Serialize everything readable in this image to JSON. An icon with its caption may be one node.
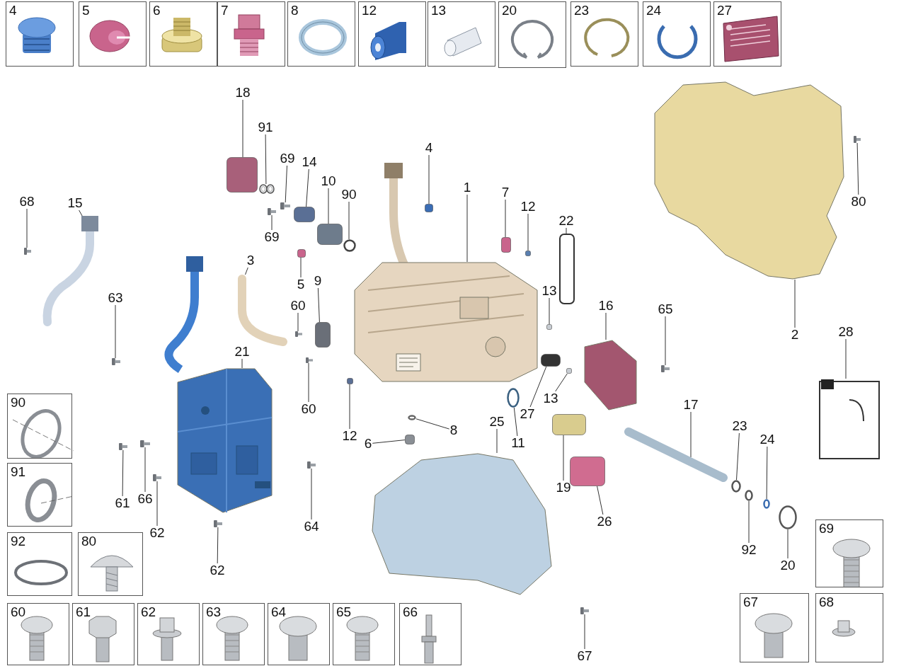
{
  "diagram": {
    "nodes": [
      {
        "text": [
          "4"
        ]
      },
      {
        "text": [
          "5"
        ]
      },
      {
        "text": [
          "6"
        ]
      },
      {
        "text": [
          "7"
        ]
      },
      {
        "text": [
          "8"
        ]
      },
      {
        "text": [
          "12"
        ]
      },
      {
        "text": [
          "13"
        ]
      },
      {
        "text": [
          "20"
        ]
      },
      {
        "text": [
          "23"
        ]
      },
      {
        "text": [
          "24"
        ]
      },
      {
        "text": [
          "27"
        ]
      },
      {
        "text": [
          "90"
        ]
      },
      {
        "text": [
          "91"
        ]
      },
      {
        "text": [
          "92"
        ]
      },
      {
        "text": [
          "80"
        ]
      },
      {
        "text": [
          "60"
        ]
      },
      {
        "text": [
          "61"
        ]
      },
      {
        "text": [
          "62"
        ]
      },
      {
        "text": [
          "63"
        ]
      },
      {
        "text": [
          "64"
        ]
      },
      {
        "text": [
          "65"
        ]
      },
      {
        "text": [
          "66"
        ]
      },
      {
        "text": [
          "69"
        ]
      },
      {
        "text": [
          "67"
        ]
      },
      {
        "text": [
          "68"
        ]
      },
      {
        "text": [
          "18"
        ]
      },
      {
        "text": [
          "91"
        ]
      },
      {
        "text": [
          "69"
        ]
      },
      {
        "text": [
          "14"
        ]
      },
      {
        "text": [
          "10"
        ]
      },
      {
        "text": [
          "90"
        ]
      },
      {
        "text": [
          "4"
        ]
      },
      {
        "text": [
          "1"
        ]
      },
      {
        "text": [
          "7"
        ]
      },
      {
        "text": [
          "12"
        ]
      },
      {
        "text": [
          "22"
        ]
      },
      {
        "text": [
          "80"
        ]
      },
      {
        "text": [
          "68"
        ]
      },
      {
        "text": [
          "15"
        ]
      },
      {
        "text": [
          "69"
        ]
      },
      {
        "text": [
          "3"
        ]
      },
      {
        "text": [
          "5"
        ]
      },
      {
        "text": [
          "9"
        ]
      },
      {
        "text": [
          "60"
        ]
      },
      {
        "text": [
          "13"
        ]
      },
      {
        "text": [
          "16"
        ]
      },
      {
        "text": [
          "65"
        ]
      },
      {
        "text": [
          "63"
        ]
      },
      {
        "text": [
          "2"
        ]
      },
      {
        "text": [
          "28"
        ]
      },
      {
        "text": [
          "21"
        ]
      },
      {
        "text": [
          "60"
        ]
      },
      {
        "text": [
          "12"
        ]
      },
      {
        "text": [
          "8"
        ]
      },
      {
        "text": [
          "6"
        ]
      },
      {
        "text": [
          "25"
        ]
      },
      {
        "text": [
          "11"
        ]
      },
      {
        "text": [
          "27"
        ]
      },
      {
        "text": [
          "13"
        ]
      },
      {
        "text": [
          "17"
        ]
      },
      {
        "text": [
          "23"
        ]
      },
      {
        "text": [
          "24"
        ]
      },
      {
        "text": [
          "61"
        ]
      },
      {
        "text": [
          "66"
        ]
      },
      {
        "text": [
          "62"
        ]
      },
      {
        "text": [
          "62"
        ]
      },
      {
        "text": [
          "64"
        ]
      },
      {
        "text": [
          "19"
        ]
      },
      {
        "text": [
          "26"
        ]
      },
      {
        "text": [
          "92"
        ]
      },
      {
        "text": [
          "20"
        ]
      },
      {
        "text": [
          "67"
        ]
      },
      {
        "text": [],
        "shape": "box"
      },
      {
        "text": [],
        "shape": "picture"
      },
      {
        "text": [],
        "shape": "picture"
      },
      {
        "text": [],
        "shape": "box"
      },
      {
        "text": [],
        "shape": "box"
      },
      {
        "text": [],
        "shape": "circle"
      },
      {
        "text": [],
        "shape": "box"
      },
      {
        "text": [],
        "shape": "picture"
      },
      {
        "text": [],
        "shape": "box"
      },
      {
        "text": [],
        "shape": "box"
      },
      {
        "text": [],
        "shape": "box"
      },
      {
        "text": [],
        "shape": "picture"
      },
      {
        "text": [],
        "shape": "picture"
      },
      {
        "text": [],
        "shape": "picture"
      },
      {
        "text": [],
        "shape": "picture"
      },
      {
        "text": [],
        "shape": "picture"
      },
      {
        "text": [],
        "shape": "box"
      },
      {
        "text": [],
        "shape": "box"
      },
      {
        "text": [],
        "shape": "picture"
      },
      {
        "text": [],
        "shape": "box"
      },
      {
        "text": [],
        "shape": "picture"
      },
      {
        "text": [],
        "shape": "picture"
      },
      {
        "text": [],
        "shape": "picture"
      },
      {
        "text": [],
        "shape": "picture"
      },
      {
        "text": [],
        "shape": "picture"
      },
      {
        "text": [],
        "shape": "picture"
      },
      {
        "text": [],
        "shape": "picture"
      },
      {
        "text": [],
        "shape": "box"
      },
      {
        "text": [],
        "shape": "circle"
      },
      {
        "text": [],
        "shape": "box"
      },
      {
        "text": [],
        "shape": "picture"
      },
      {
        "text": [],
        "shape": "circle"
      },
      {
        "text": [],
        "shape": "box"
      },
      {
        "text": [],
        "shape": "box"
      },
      {
        "text": [],
        "shape": "picture"
      },
      {
        "text": [],
        "shape": "circle"
      },
      {
        "text": [],
        "shape": "circle"
      },
      {
        "text": [],
        "shape": "picture"
      },
      {
        "text": [],
        "shape": "picture"
      },
      {
        "text": [],
        "shape": "picture"
      },
      {
        "text": [],
        "shape": "picture"
      },
      {
        "text": [],
        "shape": "picture"
      },
      {
        "text": [],
        "shape": "box"
      },
      {
        "text": [],
        "shape": "box"
      },
      {
        "text": [],
        "shape": "circle"
      },
      {
        "text": [],
        "shape": "circle"
      },
      {
        "text": [],
        "shape": "picture"
      }
    ],
    "edges": [
      {
        "from": 25,
        "to": 72,
        "arrow": "none"
      },
      {
        "from": 26,
        "to": 73,
        "arrow": "none"
      },
      {
        "from": 27,
        "to": 74,
        "arrow": "none"
      },
      {
        "from": 28,
        "to": 75,
        "arrow": "none"
      },
      {
        "from": 29,
        "to": 76,
        "arrow": "none"
      },
      {
        "from": 30,
        "to": 77,
        "arrow": "none"
      },
      {
        "from": 31,
        "to": 78,
        "arrow": "none"
      },
      {
        "from": 32,
        "to": 79,
        "arrow": "none"
      },
      {
        "from": 33,
        "to": 80,
        "arrow": "none"
      },
      {
        "from": 34,
        "to": 81,
        "arrow": "none"
      },
      {
        "from": 35,
        "to": 82,
        "arrow": "none"
      },
      {
        "from": 36,
        "to": 83,
        "arrow": "none"
      },
      {
        "from": 37,
        "to": 84,
        "arrow": "none"
      },
      {
        "from": 38,
        "to": 85,
        "arrow": "none"
      },
      {
        "from": 39,
        "to": 86,
        "arrow": "none"
      },
      {
        "from": 40,
        "to": 87,
        "arrow": "none"
      },
      {
        "from": 41,
        "to": 88,
        "arrow": "none"
      },
      {
        "from": 42,
        "to": 89,
        "arrow": "none"
      },
      {
        "from": 43,
        "to": 90,
        "arrow": "none"
      },
      {
        "from": 44,
        "to": 91,
        "arrow": "none"
      },
      {
        "from": 45,
        "to": 92,
        "arrow": "none"
      },
      {
        "from": 46,
        "to": 93,
        "arrow": "none"
      },
      {
        "from": 47,
        "to": 94,
        "arrow": "none"
      },
      {
        "from": 48,
        "to": 95,
        "arrow": "none"
      },
      {
        "from": 49,
        "to": 96,
        "arrow": "none"
      },
      {
        "from": 50,
        "to": 97,
        "arrow": "none"
      },
      {
        "from": 51,
        "to": 98,
        "arrow": "none"
      },
      {
        "from": 52,
        "to": 99,
        "arrow": "none"
      },
      {
        "from": 53,
        "to": 100,
        "arrow": "none"
      },
      {
        "from": 54,
        "to": 101,
        "arrow": "none"
      },
      {
        "from": 55,
        "to": 102,
        "arrow": "none"
      },
      {
        "from": 56,
        "to": 103,
        "arrow": "none"
      },
      {
        "from": 57,
        "to": 104,
        "arrow": "none"
      },
      {
        "from": 58,
        "to": 105,
        "arrow": "none"
      },
      {
        "from": 59,
        "to": 106,
        "arrow": "none"
      },
      {
        "from": 60,
        "to": 107,
        "arrow": "none"
      },
      {
        "from": 61,
        "to": 108,
        "arrow": "none"
      },
      {
        "from": 62,
        "to": 109,
        "arrow": "none"
      },
      {
        "from": 63,
        "to": 110,
        "arrow": "none"
      },
      {
        "from": 64,
        "to": 111,
        "arrow": "none"
      },
      {
        "from": 65,
        "to": 112,
        "arrow": "none"
      },
      {
        "from": 66,
        "to": 113,
        "arrow": "none"
      },
      {
        "from": 67,
        "to": 114,
        "arrow": "none"
      },
      {
        "from": 68,
        "to": 115,
        "arrow": "none"
      },
      {
        "from": 69,
        "to": 116,
        "arrow": "none"
      },
      {
        "from": 70,
        "to": 117,
        "arrow": "none"
      },
      {
        "from": 71,
        "to": 118,
        "arrow": "none"
      }
    ]
  }
}
